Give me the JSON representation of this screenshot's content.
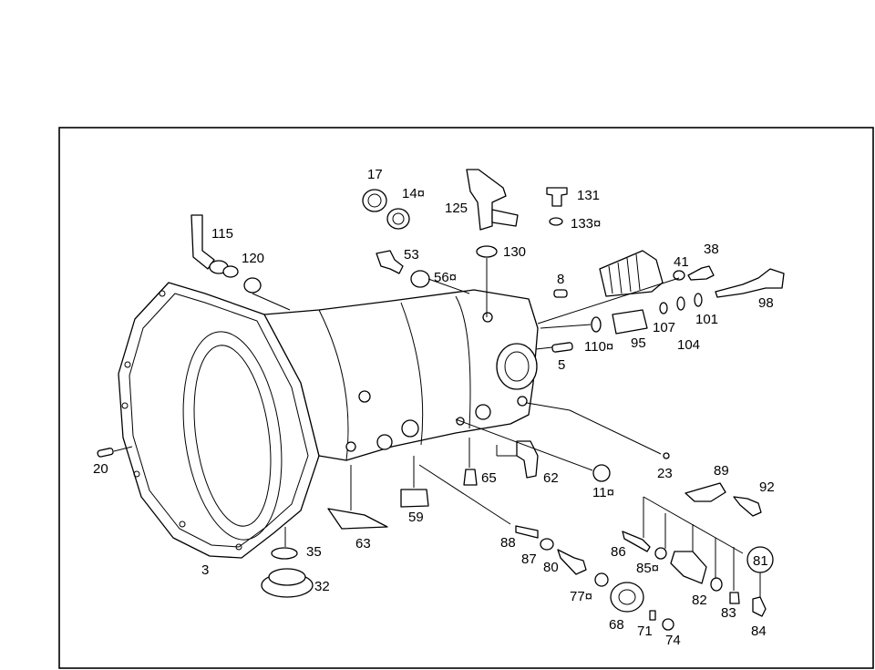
{
  "callouts": {
    "c3": "3",
    "c5": "5",
    "c8": "8",
    "c11": "11¤",
    "c14": "14¤",
    "c17": "17",
    "c20": "20",
    "c23": "23",
    "c32": "32",
    "c35": "35",
    "c38": "38",
    "c41": "41",
    "c53": "53",
    "c56": "56¤",
    "c59": "59",
    "c62": "62",
    "c63": "63",
    "c65": "65",
    "c68": "68",
    "c71": "71",
    "c74": "74",
    "c77": "77¤",
    "c80": "80",
    "c81": "81",
    "c82": "82",
    "c83": "83",
    "c84": "84",
    "c85": "85¤",
    "c86": "86",
    "c87": "87",
    "c88": "88",
    "c89": "89",
    "c92": "92",
    "c95": "95",
    "c98": "98",
    "c101": "101",
    "c104": "104",
    "c107": "107",
    "c110": "110¤",
    "c115": "115",
    "c120": "120",
    "c125": "125",
    "c130": "130",
    "c131": "131",
    "c133": "133¤"
  }
}
